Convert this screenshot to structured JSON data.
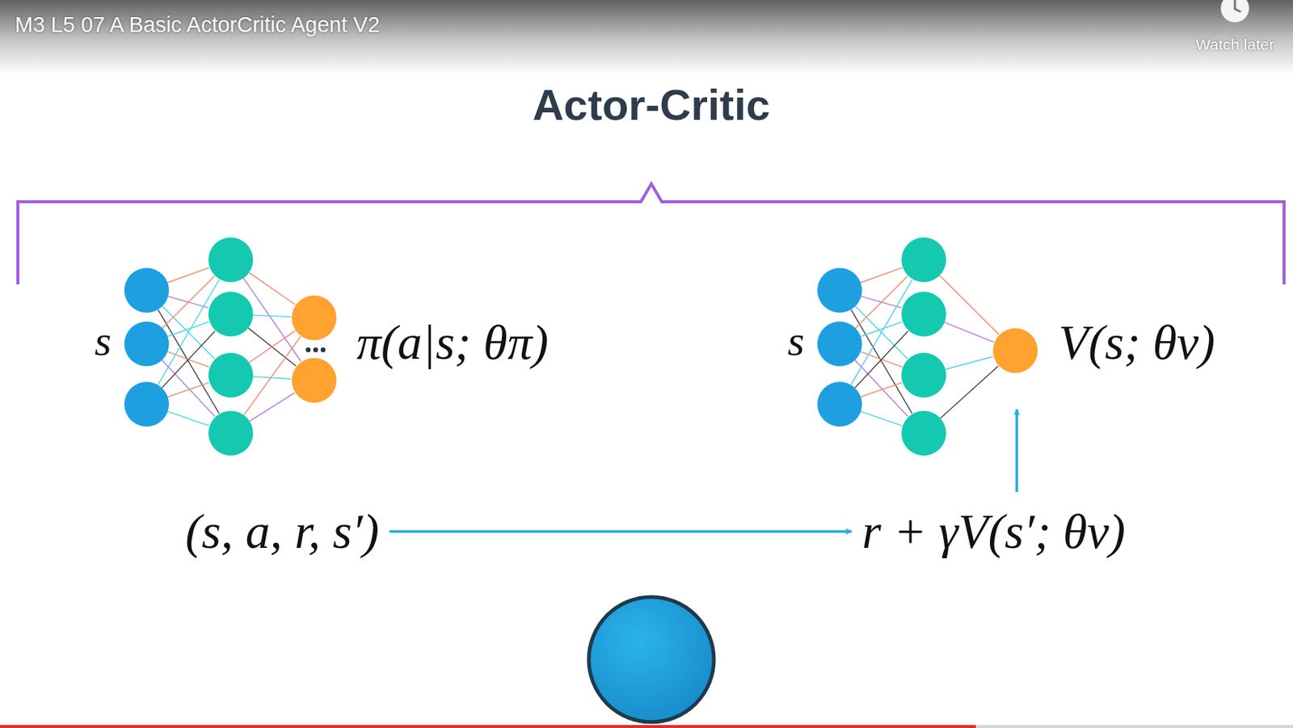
{
  "diagram": {
    "title": "Actor-Critic",
    "nodes": [
      {
        "text": [
          "(s, a, r, s′)"
        ]
      },
      {
        "text": [
          "r + γV(s′; θv)"
        ]
      }
    ],
    "edges": [
      {
        "from": 0,
        "to": 1,
        "arrow": "to"
      }
    ],
    "labels": [
      "M3 L5 07 A Basic ActorCritic Agent V2",
      "Watch later",
      "s",
      "π(a|s; θπ)",
      "s",
      "V(s; θv)"
    ]
  }
}
